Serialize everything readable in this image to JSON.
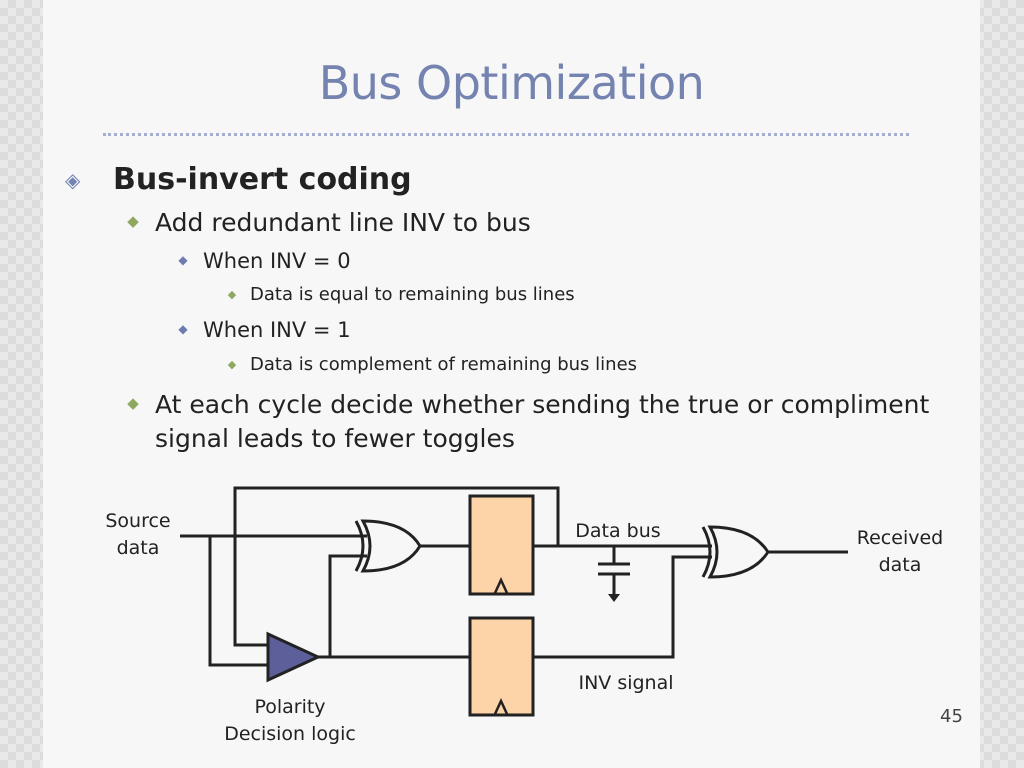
{
  "slide": {
    "title": "Bus Optimization",
    "page_number": "45",
    "bullets": {
      "b1": "Bus-invert coding",
      "b1_1": "Add redundant line INV to bus",
      "b1_1_1": "When INV = 0",
      "b1_1_1_1": "Data is equal to remaining bus lines",
      "b1_1_2": "When INV = 1",
      "b1_1_2_1": "Data is complement of remaining bus lines",
      "b1_2_line1": "At each cycle decide whether sending the true or compliment",
      "b1_2_line2": "signal leads to fewer toggles"
    },
    "diagram": {
      "source_label_1": "Source",
      "source_label_2": "data",
      "data_bus_label": "Data bus",
      "received_label_1": "Received",
      "received_label_2": "data",
      "inv_signal_label": "INV signal",
      "polarity_label_1": "Polarity",
      "polarity_label_2": "Decision logic",
      "colors": {
        "register_fill": "#fdd3a8",
        "triangle_fill": "#5c5f9a",
        "wire": "#222222"
      }
    }
  }
}
